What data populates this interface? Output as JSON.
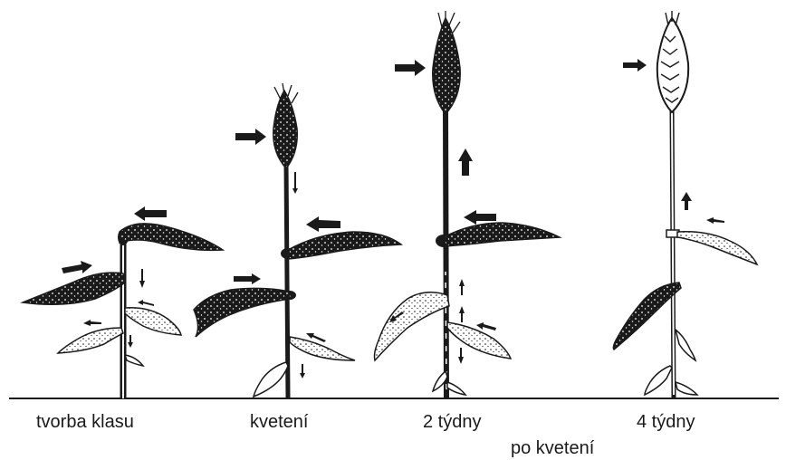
{
  "stages": [
    {
      "label": "tvorba klasu"
    },
    {
      "label": "kvetení"
    },
    {
      "label": "2 týdny"
    },
    {
      "label": "4 týdny"
    }
  ],
  "subtitle": "po kvetení",
  "colors": {
    "ink": "#1a1a1a",
    "paper": "#ffffff"
  }
}
